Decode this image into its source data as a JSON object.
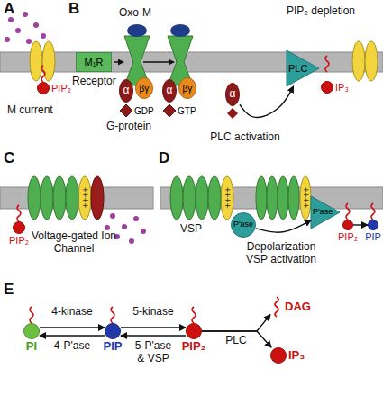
{
  "diagram": {
    "nodes": [
      {
        "text": [
          "PIP₂"
        ]
      },
      {
        "text": [
          "M₁R"
        ]
      },
      {
        "text": [
          "α"
        ]
      },
      {
        "text": [
          "βγ"
        ]
      },
      {
        "text": [
          "GDP"
        ]
      },
      {
        "text": [
          "α"
        ]
      },
      {
        "text": [
          "βγ"
        ]
      },
      {
        "text": [
          "GTP"
        ]
      },
      {
        "text": [
          "α"
        ]
      },
      {
        "text": [
          "PLC"
        ]
      },
      {
        "text": [
          "IP₃"
        ]
      },
      {
        "text": [
          "PIP₂"
        ]
      },
      {
        "text": [
          "P'ase"
        ]
      },
      {
        "text": [
          "P'ase"
        ]
      },
      {
        "text": [
          "PIP₂"
        ]
      },
      {
        "text": [
          "PIP"
        ]
      },
      {
        "text": [
          "PI"
        ]
      },
      {
        "text": [
          "PIP"
        ]
      },
      {
        "text": [
          "PIP₂"
        ]
      },
      {
        "text": [
          "DAG"
        ]
      },
      {
        "text": [
          "IP₃"
        ]
      }
    ],
    "edges": [
      {
        "from": 8,
        "to": 9,
        "arrow": "to",
        "label": "PLC activation"
      },
      {
        "from": 12,
        "to": 13,
        "arrow": "to",
        "label": "Depolarization VSP activation"
      },
      {
        "from": 14,
        "to": 15,
        "arrow": "to"
      },
      {
        "from": 16,
        "to": 17,
        "arrow": "to",
        "label": "4-kinase"
      },
      {
        "from": 17,
        "to": 16,
        "arrow": "to",
        "label": "4-P'ase"
      },
      {
        "from": 17,
        "to": 18,
        "arrow": "to",
        "label": "5-kinase"
      },
      {
        "from": 18,
        "to": 17,
        "arrow": "to",
        "label": "5-P'ase & VSP"
      },
      {
        "from": 18,
        "to": 19,
        "arrow": "to"
      },
      {
        "from": 18,
        "to": 20,
        "arrow": "to",
        "label": "PLC"
      }
    ],
    "labels": [
      "A",
      "B",
      "C",
      "D",
      "E",
      "M current",
      "Oxo-M",
      "Receptor",
      "G-protein",
      "PIP₂ depletion",
      "++++",
      "Voltage-gated Ion Channel",
      "++++",
      "VSP",
      "++++"
    ]
  }
}
